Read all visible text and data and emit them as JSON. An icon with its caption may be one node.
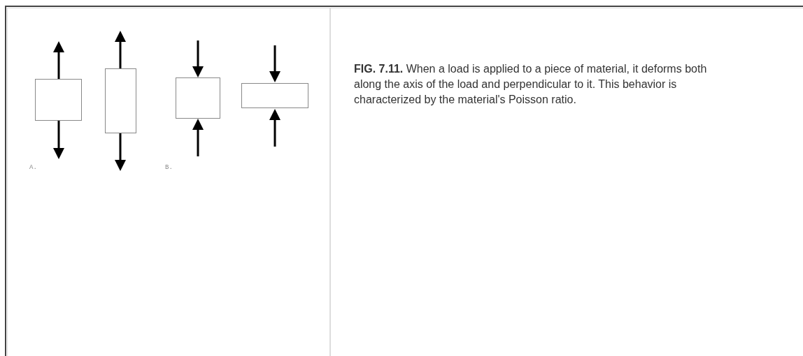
{
  "diagram": {
    "caption": "**FIG. 7.11.** When a load is applied to a piece of material, it deforms both along the axis of the load and perpendicular to it. This behavior is characterized by the material's Poisson ratio.",
    "nodes": [
      {
        "text": [],
        "shape": "box"
      },
      {
        "text": [],
        "shape": "box"
      },
      {
        "text": [],
        "shape": "box"
      },
      {
        "text": [],
        "shape": "box"
      }
    ],
    "labels": [
      "A.",
      "B."
    ]
  }
}
